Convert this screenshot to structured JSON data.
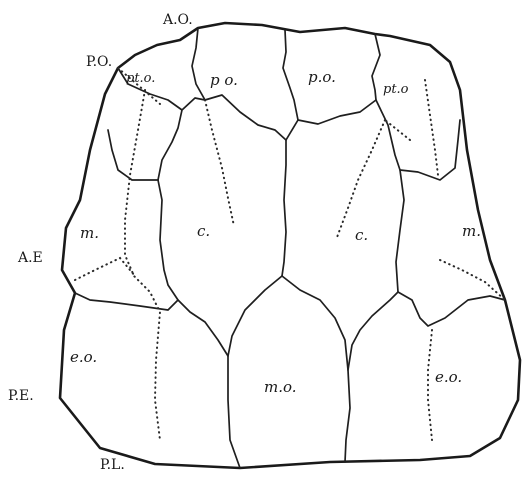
{
  "edge_labels": {
    "a_o": "A.O.",
    "p_o": "P.O.",
    "a_e": "A.E",
    "p_e": "P.E.",
    "p_l": "P.L."
  },
  "region_labels": {
    "pt_o_left": "pt.o.",
    "po_left": "p o.",
    "po_right": "p.o.",
    "pt_o_right": "pt.o",
    "m_left": "m.",
    "c_left": "c.",
    "c_right": "c.",
    "m_right": "m.",
    "eo_left": "e.o.",
    "mo": "m.o.",
    "eo_right": "e.o."
  }
}
